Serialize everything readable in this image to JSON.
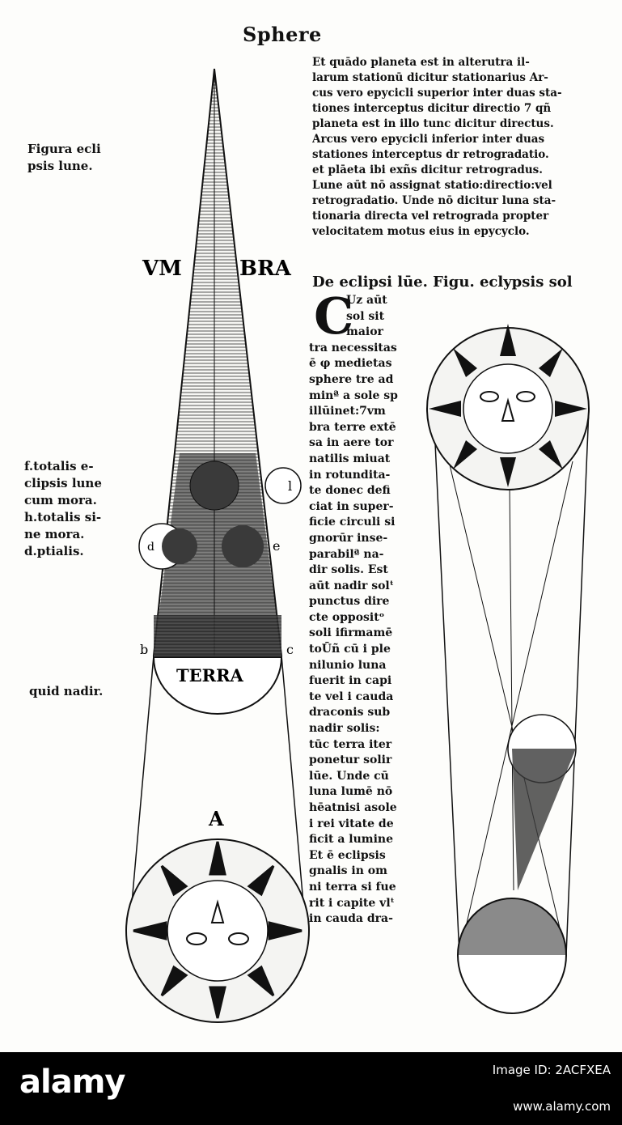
{
  "header": {
    "title": "Sphere"
  },
  "margin_notes": {
    "note_1": "Figura ecli\npsis lune.",
    "note_2": "f.totalis e-\nclipsis lune\ncum mora.\nh.totalis si-\nne mora.\nd.ptialis.",
    "note_3": "quid nadir."
  },
  "diagram_left": {
    "umbra_left": "VM",
    "umbra_right": "BRA",
    "terra": "TERRA",
    "sun_label": "A",
    "point_l": "l",
    "point_e": "e",
    "point_d": "d",
    "point_b": "b",
    "point_c": "c"
  },
  "body_text": {
    "paragraph_lines": [
      "Et quādo planeta est in alterutra il-",
      "larum stationū dicitur stationarius Ar-",
      "cus vero epycicli superior inter duas sta-",
      "tiones interceptus dicitur directio 7 qñ",
      "planeta est in illo tunc dicitur directus.",
      "Arcus vero epycicli inferior inter duas",
      "stationes interceptus dr retrogradatio.",
      "et plāeta ibi exñs dicitur retrogradus.",
      "Lune aūt nō assignat statio:directio:vel",
      "retrogradatio. Unde nō dicitur luna sta-",
      "tionaria directa vel retrograda propter",
      "velocitatem motus eius in epycyclo."
    ],
    "section_heading": "De eclipsi lūe. Figu. eclypsis sol",
    "drop_cap": "C",
    "narrow_lines": [
      "Uz aūt",
      "sol sit",
      "maior",
      "tra necessitas",
      "ē φ medietas",
      "sphere tre ad",
      "minª a sole sp",
      "illūinet:7vm",
      "bra terre extē",
      "sa in aere tor",
      "natilis miuat",
      "in rotundita-",
      "te donec defi",
      "ciat in super-",
      "ficie circuli si",
      "gnorūr inse-",
      "parabilª na-",
      "dir solis. Est",
      "aūt nadir solᵗ",
      "punctus dire",
      "cte oppositᵒ",
      "soli ifirmamē",
      "toŪñ cū i ple",
      "nilunio luna",
      "fuerit in capi",
      "te vel i cauda",
      "draconis sub",
      "nadir solis:",
      "tūc terra iter",
      "ponetur solir",
      "lūe. Unde cū",
      "luna lumē nō",
      "hēatnisi asole",
      "i rei vitate de",
      "ficit a lumine",
      "Et ē eclipsis",
      "gnalis in om",
      "ni terra si fue",
      "rit i capite vlᵗ",
      "in cauda dra-"
    ]
  },
  "footer": {
    "brand": "alamy",
    "image_id": "Image ID: 2ACFXEA",
    "site": "www.alamy.com"
  },
  "colors": {
    "ink": "#111111",
    "paper": "#fdfdfb",
    "footer_bg": "#000000",
    "footer_text": "#ffffff"
  }
}
